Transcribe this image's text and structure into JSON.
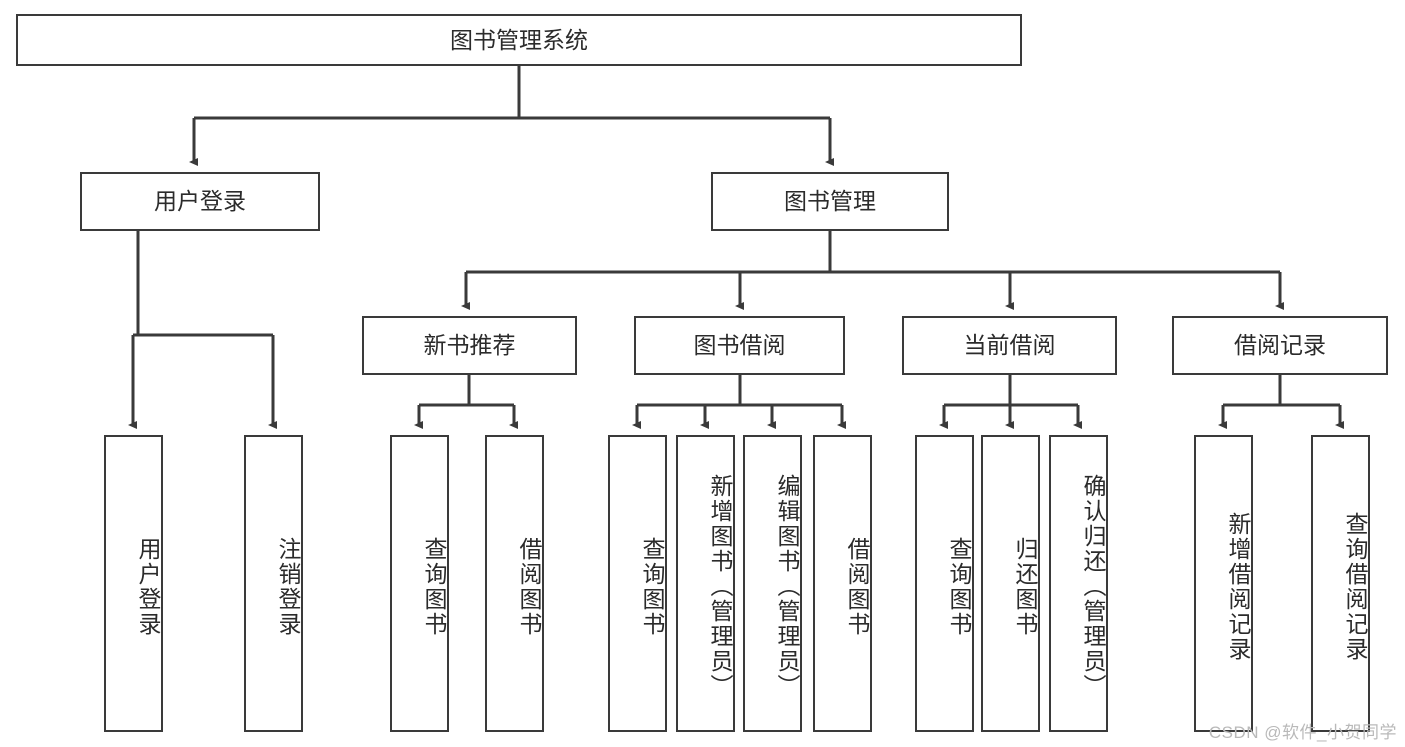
{
  "diagram": {
    "title": "图书管理系统",
    "type": "tree-hierarchy-diagram",
    "root": {
      "label": "图书管理系统"
    },
    "level1": [
      {
        "label": "用户登录"
      },
      {
        "label": "图书管理"
      }
    ],
    "level2": [
      {
        "label": "新书推荐"
      },
      {
        "label": "图书借阅"
      },
      {
        "label": "当前借阅"
      },
      {
        "label": "借阅记录"
      }
    ],
    "leaves": {
      "user_login": [
        {
          "label": "用户登录"
        },
        {
          "label": "注销登录"
        }
      ],
      "new_book_recommend": [
        {
          "label": "查询图书"
        },
        {
          "label": "借阅图书"
        }
      ],
      "book_borrow": [
        {
          "label": "查询图书"
        },
        {
          "label": "新增图书（管理员）"
        },
        {
          "label": "编辑图书（管理员）"
        },
        {
          "label": "借阅图书"
        }
      ],
      "current_borrow": [
        {
          "label": "查询图书"
        },
        {
          "label": "归还图书"
        },
        {
          "label": "确认归还（管理员）"
        }
      ],
      "borrow_record": [
        {
          "label": "新增借阅记录"
        },
        {
          "label": "查询借阅记录"
        }
      ]
    }
  },
  "watermark": {
    "text": "CSDN @软件_小贺同学"
  },
  "colors": {
    "stroke": "#3a3a3a",
    "text": "#2b2b2b",
    "background": "#ffffff",
    "watermark": "#b9b9b9"
  }
}
